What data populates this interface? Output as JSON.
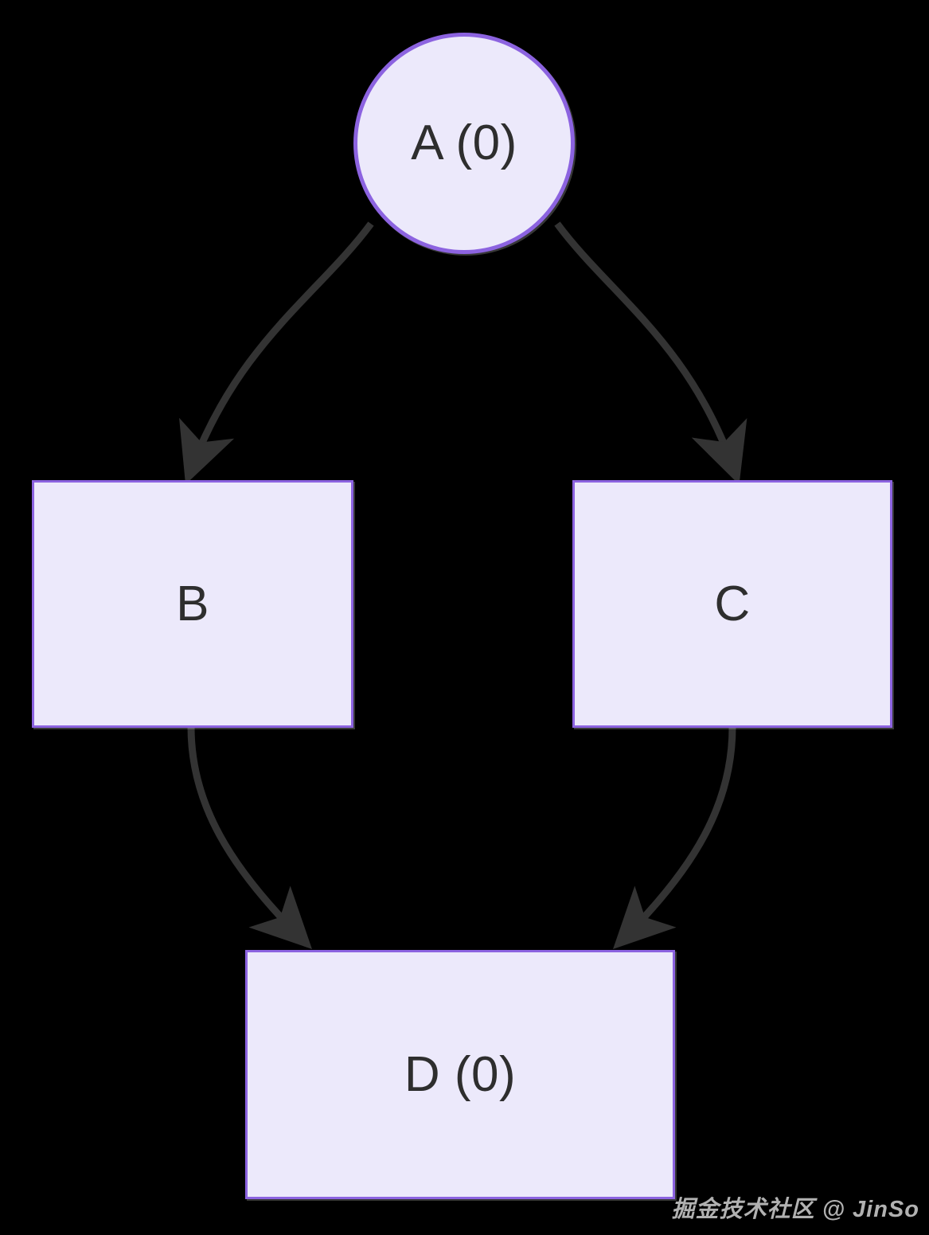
{
  "diagram": {
    "type": "flowchart",
    "direction": "top-to-bottom",
    "background_color": "#000000",
    "node_fill_color": "#ece9fb",
    "node_border_color": "#8c63e0",
    "node_text_color": "#2e2e2e",
    "edge_color": "#333333",
    "nodes": [
      {
        "id": "A",
        "label": "A (0)",
        "shape": "circle"
      },
      {
        "id": "B",
        "label": "B",
        "shape": "rectangle"
      },
      {
        "id": "C",
        "label": "C",
        "shape": "rectangle"
      },
      {
        "id": "D",
        "label": "D (0)",
        "shape": "rectangle"
      }
    ],
    "edges": [
      {
        "from": "A",
        "to": "B",
        "label": "",
        "arrow": "filled-triangle"
      },
      {
        "from": "A",
        "to": "C",
        "label": "",
        "arrow": "filled-triangle"
      },
      {
        "from": "B",
        "to": "D",
        "label": "",
        "arrow": "filled-triangle"
      },
      {
        "from": "C",
        "to": "D",
        "label": "",
        "arrow": "filled-triangle"
      }
    ]
  },
  "watermark": {
    "text": "掘金技术社区 @ JinSo",
    "color": "#d8d8d8"
  }
}
